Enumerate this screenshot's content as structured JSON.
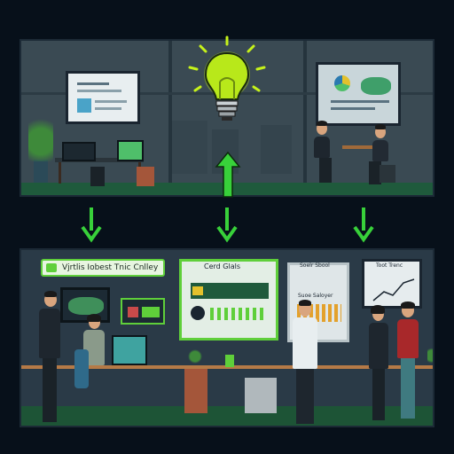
{
  "banner": {
    "title": "Vjrtlis Iobest Tnic Cnlley"
  },
  "boards": {
    "center_title": "Cerd Glals",
    "right_small_title": "Soelr Sbool",
    "right_small_subtitle": "Suoe Saloyer",
    "right_far_title": "Toot Trenc"
  },
  "colors": {
    "accent_green": "#5fcf3a",
    "bulb": "#c6f21a",
    "background": "#07101a"
  },
  "icons": [
    "lightbulb-icon",
    "arrow-down-icon",
    "arrow-up-icon"
  ]
}
